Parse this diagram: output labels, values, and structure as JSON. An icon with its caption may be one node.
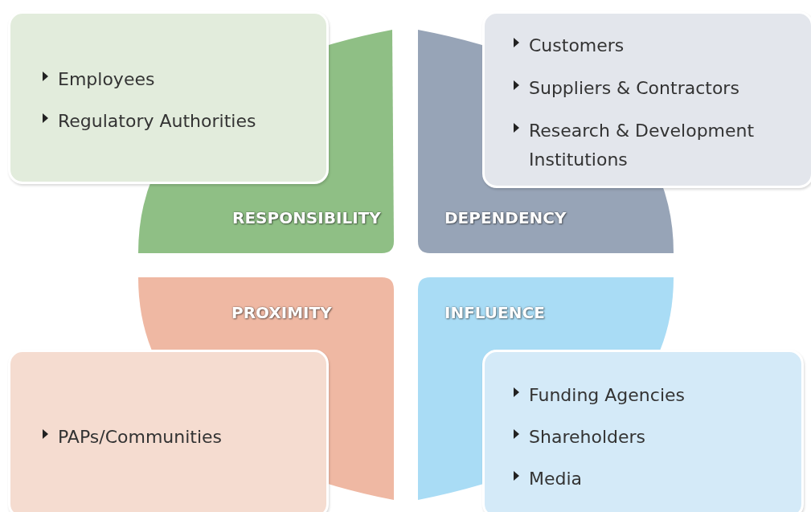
{
  "diagram": {
    "nodes": [
      {
        "text": [
          "Employees",
          "Regulatory Authorities"
        ]
      },
      {
        "text": [
          "RESPONSIBILITY"
        ]
      },
      {
        "text": [
          "DEPENDENCY"
        ]
      },
      {
        "text": [
          "Customers",
          "Suppliers & Contractors",
          "Research & Development Institutions"
        ]
      },
      {
        "text": [
          "PROXIMITY"
        ]
      },
      {
        "text": [
          "INFLUENCE"
        ]
      },
      {
        "text": [
          "PAPs/Communities"
        ]
      },
      {
        "text": [
          "Funding Agencies",
          "Shareholders",
          "Media"
        ]
      }
    ]
  }
}
